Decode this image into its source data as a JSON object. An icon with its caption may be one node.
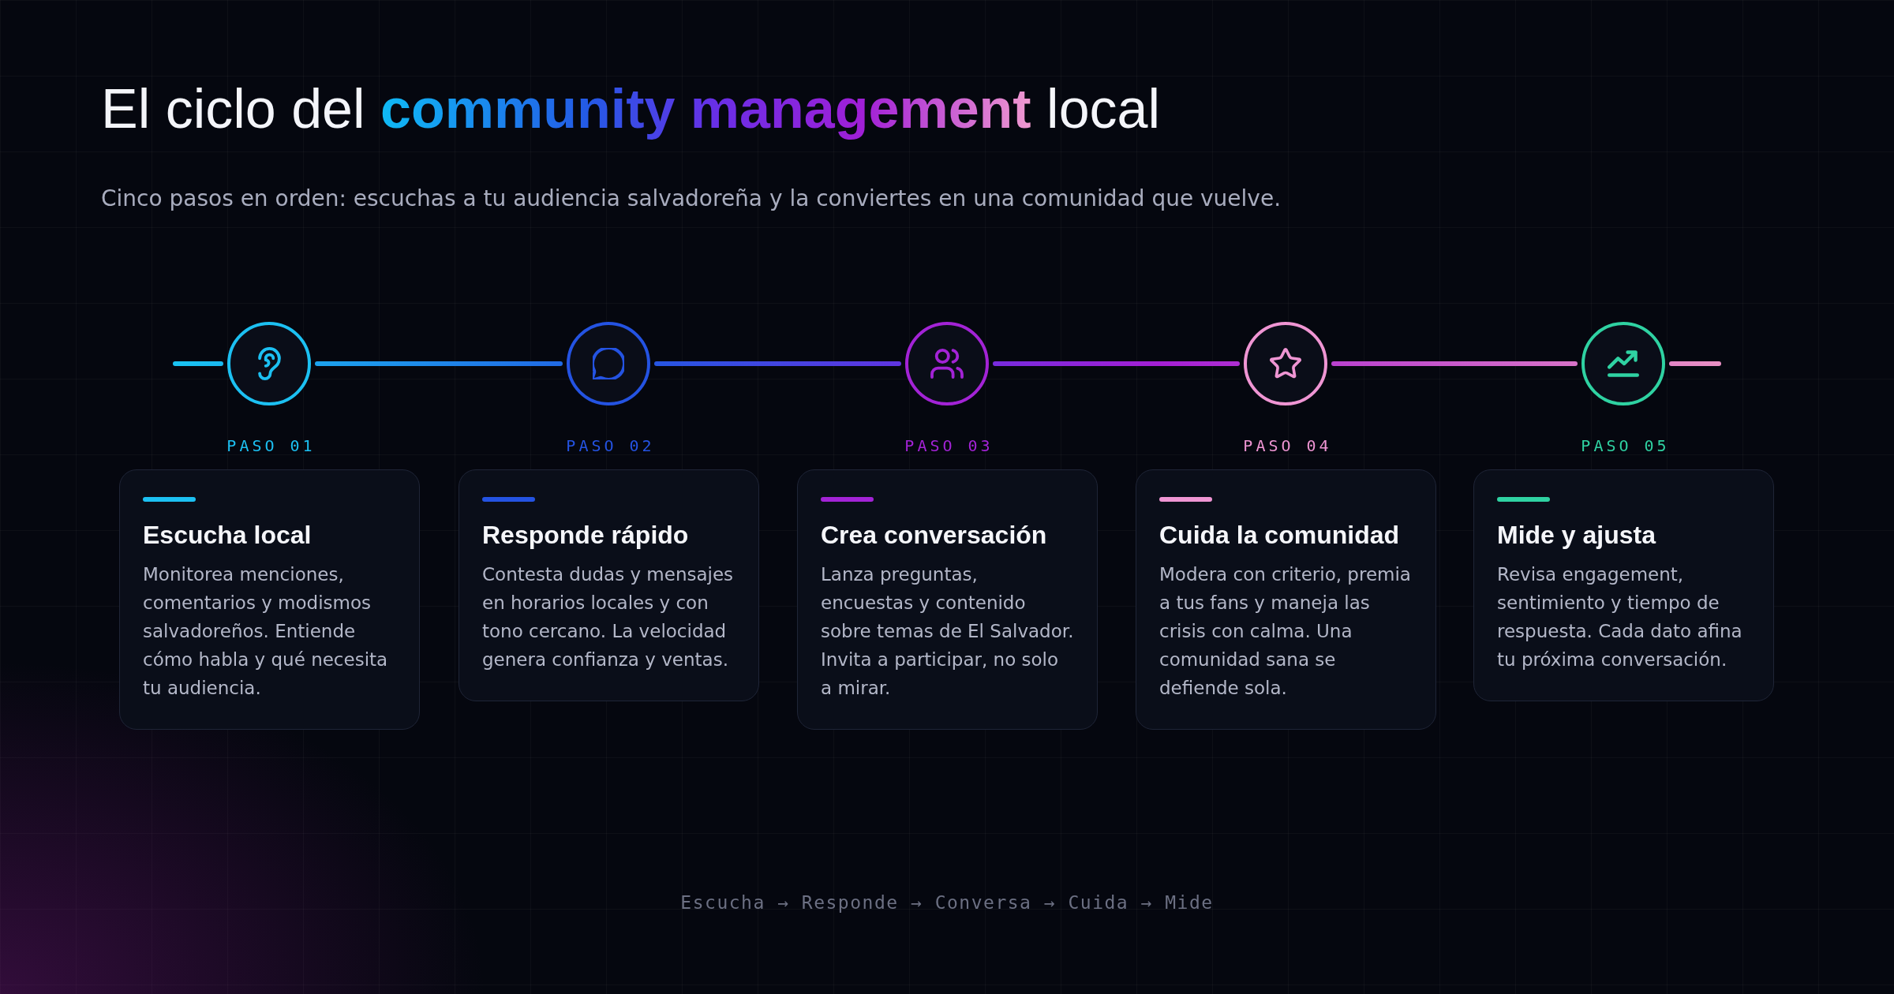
{
  "diagram": {
    "title": "El ciclo del **community management** local",
    "nodes": [
      {
        "text": [],
        "shape": "circle"
      },
      {
        "text": [
          "Escucha local",
          "Monitorea menciones, comentarios y modismos salvadoreños. Entiende cómo habla y qué necesita tu audiencia."
        ],
        "beside": [
          "PASO 01"
        ]
      },
      {
        "text": [],
        "shape": "circle"
      },
      {
        "text": [
          "Responde rápido",
          "Contesta dudas y mensajes en horarios locales y con tono cercano. La velocidad genera confianza y ventas."
        ],
        "beside": [
          "PASO 02"
        ]
      },
      {
        "text": [],
        "shape": "circle"
      },
      {
        "text": [
          "Crea conversación",
          "Lanza preguntas, encuestas y contenido sobre temas de El Salvador. Invita a participar, no solo a mirar."
        ],
        "beside": [
          "PASO 03"
        ]
      },
      {
        "text": [],
        "shape": "circle"
      },
      {
        "text": [
          "Cuida la comunidad",
          "Modera con criterio, premia a tus fans y maneja las crisis con calma. Una comunidad sana se defiende sola."
        ],
        "beside": [
          "PASO 04"
        ]
      },
      {
        "text": [],
        "shape": "circle"
      },
      {
        "text": [
          "Mide y ajusta",
          "Revisa engagement, sentimiento y tiempo de respuesta. Cada dato afina tu próxima conversación."
        ],
        "beside": [
          "PASO 05"
        ]
      }
    ],
    "edges": [
      {
        "from": null,
        "to": 0,
        "arrow": "none"
      },
      {
        "from": 0,
        "to": 2,
        "arrow": "none"
      },
      {
        "from": 2,
        "to": 4,
        "arrow": "none"
      },
      {
        "from": 4,
        "to": 6,
        "arrow": "none"
      },
      {
        "from": 6,
        "to": 8,
        "arrow": "none"
      },
      {
        "from": 8,
        "to": null,
        "arrow": "none"
      }
    ],
    "labels": [
      "Cinco pasos en orden: escuchas a tu audiencia salvadoreña y la conviertes en una comunidad que vuelve.",
      "Escucha → Responde → Conversa → Cuida → Mide"
    ]
  }
}
